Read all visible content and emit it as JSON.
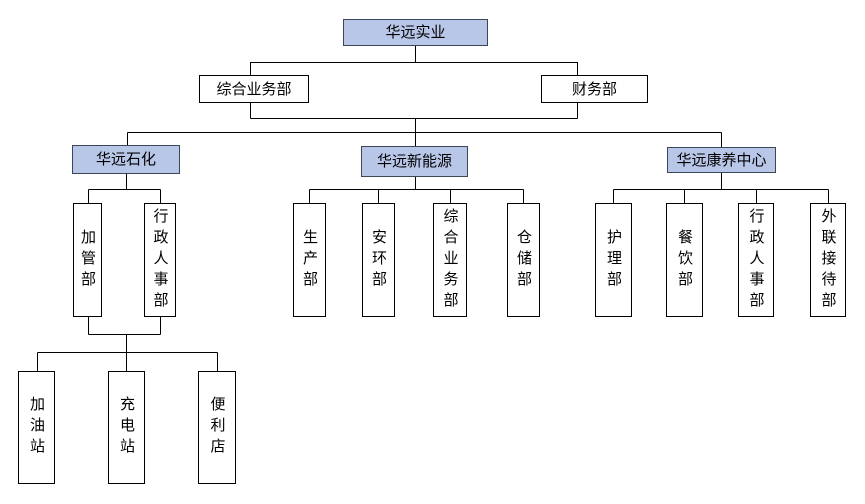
{
  "colors": {
    "background": "#ffffff",
    "division_fill": "#b8c6e8",
    "division_border": "#3c4657",
    "box_border": "#000000",
    "connector_line": "#000000",
    "text": "#000000"
  },
  "org": {
    "root": {
      "label": "华远实业"
    },
    "staff_departments": [
      {
        "label": "综合业务部"
      },
      {
        "label": "财务部"
      }
    ],
    "divisions": [
      {
        "label": "华远石化",
        "departments": [
          {
            "label": "加管部"
          },
          {
            "label": "行政人事部"
          }
        ],
        "stations": [
          {
            "label": "加油站"
          },
          {
            "label": "充电站"
          },
          {
            "label": "便利店"
          }
        ]
      },
      {
        "label": "华远新能源",
        "departments": [
          {
            "label": "生产部"
          },
          {
            "label": "安环部"
          },
          {
            "label": "综合业务部"
          },
          {
            "label": "仓储部"
          }
        ]
      },
      {
        "label": "华远康养中心",
        "departments": [
          {
            "label": "护理部"
          },
          {
            "label": "餐饮部"
          },
          {
            "label": "行政人事部"
          },
          {
            "label": "外联接待部"
          }
        ]
      }
    ]
  }
}
